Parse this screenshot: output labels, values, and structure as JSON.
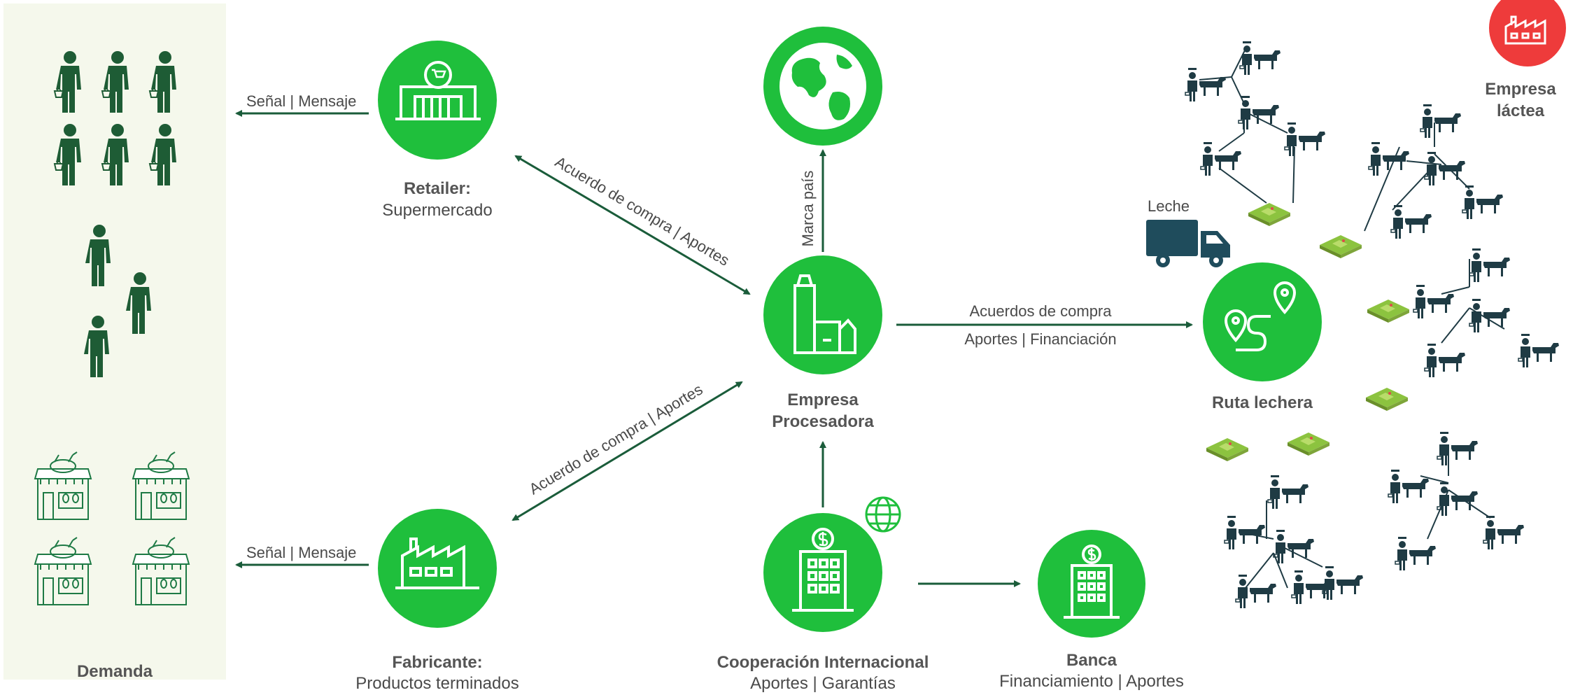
{
  "demand": {
    "label": "Demanda"
  },
  "retailer": {
    "title": "Retailer:",
    "subtitle": "Supermercado"
  },
  "manufacturer": {
    "title": "Fabricante:",
    "subtitle": "Productos terminados"
  },
  "processor": {
    "title": "Empresa",
    "title2": "Procesadora"
  },
  "cooperation": {
    "title": "Cooperación Internacional",
    "subtitle": "Aportes | Garantías"
  },
  "bank": {
    "title": "Banca",
    "subtitle": "Financiamiento | Aportes"
  },
  "milk_route": {
    "title": "Ruta lechera"
  },
  "dairy_company": {
    "title": "Empresa",
    "title2": "láctea"
  },
  "truck": {
    "label": "Leche"
  },
  "edges": {
    "signal_top": "Señal | Mensaje",
    "signal_bottom": "Señal | Mensaje",
    "agreement_top": "Acuerdo de compra | Aportes",
    "agreement_bottom": "Acuerdo de compra | Aportes",
    "country_brand": "Marca país",
    "purchase_line1": "Acuerdos de compra",
    "purchase_line2": "Aportes | Financiación"
  },
  "colors": {
    "node_green": "#1fbf3c",
    "arrow_green": "#1a5c3a",
    "people_green": "#1e5c35",
    "demand_bg": "#f5f8ec",
    "red_accent": "#ee3b3b",
    "farmer_dark": "#1f3b44",
    "truck_dark": "#1f4c5c"
  }
}
